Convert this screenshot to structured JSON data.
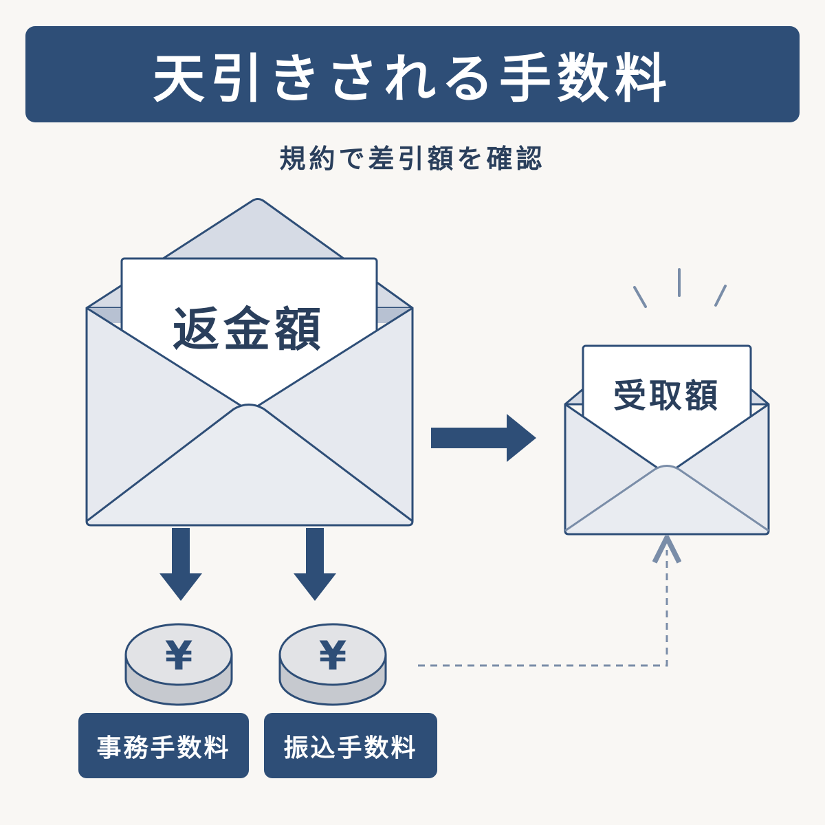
{
  "header": {
    "title": "天引きされる手数料",
    "subtitle": "規約で差引額を確認"
  },
  "refund_envelope": {
    "label": "返金額"
  },
  "received_envelope": {
    "label": "受取額"
  },
  "fees": [
    {
      "label": "事務手数料",
      "coin_symbol": "¥"
    },
    {
      "label": "振込手数料",
      "coin_symbol": "¥"
    }
  ],
  "colors": {
    "navy": "#2e4e77",
    "background": "#f9f7f4",
    "envelope_fill": "#e6e9ef",
    "envelope_inner": "#b7c1d2",
    "coin_fill": "#e2e3e6"
  }
}
